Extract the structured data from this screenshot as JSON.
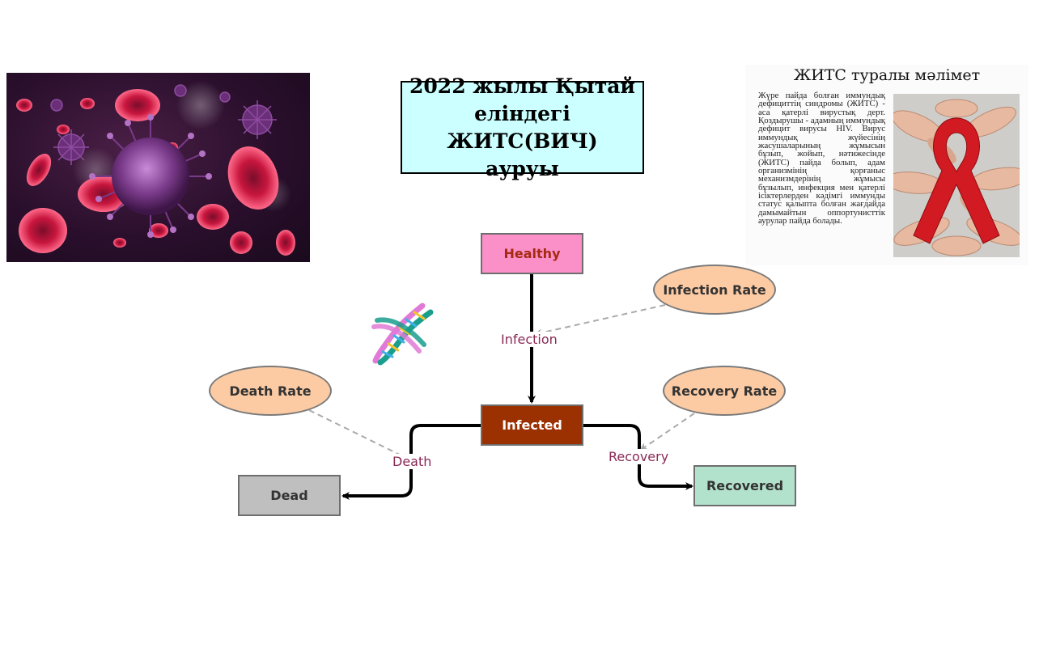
{
  "title": {
    "line1": "2022 жылы Қытай",
    "line2": "еліндегі ЖИТС(ВИЧ)",
    "line3": "ауруы"
  },
  "info": {
    "heading": "ЖИТС туралы мәлімет",
    "body": "Жүре пайда болған иммундық дефициттің синдромы (ЖИТС) - аса қатерлі вирустық дерт. Қоздырушы - адамның иммундық дефицит вирусы HIV. Вирус иммундық жүйесінің жасушаларының жұмысын бұзып, жойып, нәтижесінде (ЖИТС) пайда болып, адам организмінің қорғаныс механизмдерінің жұмысы бұзылып, инфекция мен қатерлі ісіктерлерден кәдімгі иммунды статус қалыпта болған жағдайда дамымайтын оппортунисттік аурулар пайда болады."
  },
  "nodes": {
    "healthy": "Healthy",
    "infected": "Infected",
    "dead": "Dead",
    "recovered": "Recovered"
  },
  "rates": {
    "infection": "Infection Rate",
    "death": "Death Rate",
    "recovery": "Recovery Rate"
  },
  "flows": {
    "infection": "Infection",
    "death": "Death",
    "recovery": "Recovery"
  },
  "icons": {
    "virus_image": "virus-cells-image",
    "ribbon_image": "red-ribbon-hands-image",
    "dna": "dna-icon"
  },
  "colors": {
    "title_bg": "#ccffff",
    "healthy": "#fb8fc8",
    "infected": "#9b3000",
    "dead": "#bfbfbf",
    "recovered": "#b3e2cc",
    "rate": "#fccba3",
    "flow_label": "#8a2a56"
  }
}
